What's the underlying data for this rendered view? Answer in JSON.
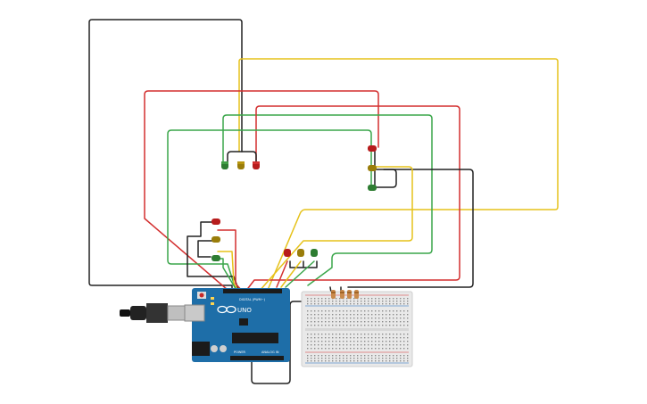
{
  "board": {
    "brand_label": "UNO",
    "digital_label": "DIGITAL (PWM~)",
    "power_label": "POWER",
    "analog_label": "ANALOG IN",
    "color": "#1e6ea8"
  },
  "wire_colors": {
    "red": "#d32f2f",
    "yellow": "#e6c21a",
    "green": "#3aa64a",
    "black": "#222222"
  },
  "led_colors": {
    "red": "#b71c1c",
    "yellow": "#9a7d0a",
    "green": "#2e7d32"
  },
  "breadboard": {
    "color": "#e9e9e9"
  }
}
